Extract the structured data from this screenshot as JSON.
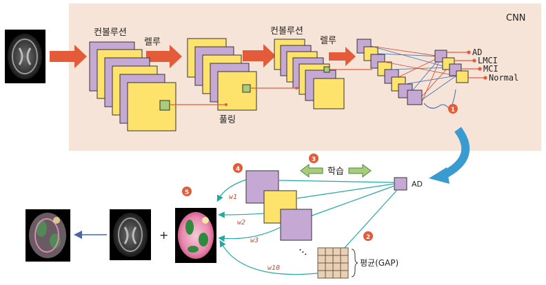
{
  "cnn": {
    "title": "CNN",
    "conv1": "컨볼루션",
    "relu1": "렐루",
    "conv2": "컨볼루션",
    "relu2": "렐루",
    "pool": "풀링"
  },
  "outputs": [
    "AD",
    "LMCI",
    "MCI",
    "Normal"
  ],
  "cam": {
    "ad_label": "AD",
    "learn_label": "학습",
    "gap_label": "평균(GAP)",
    "weights": [
      "w1",
      "w2",
      "w3",
      "w10"
    ],
    "plus": "+"
  },
  "badges": [
    "1",
    "2",
    "3",
    "4",
    "5"
  ],
  "colors": {
    "panel": "#f5e4d7",
    "purple": "#c5a8d3",
    "yellow": "#fde26c",
    "green": "#a9cc7a",
    "arrow_orange": "#e45b3a",
    "teal": "#22a9a4",
    "badge": "#e45b3a",
    "big_arrow": "#3a9bd1",
    "navy": "#4a64a8"
  }
}
